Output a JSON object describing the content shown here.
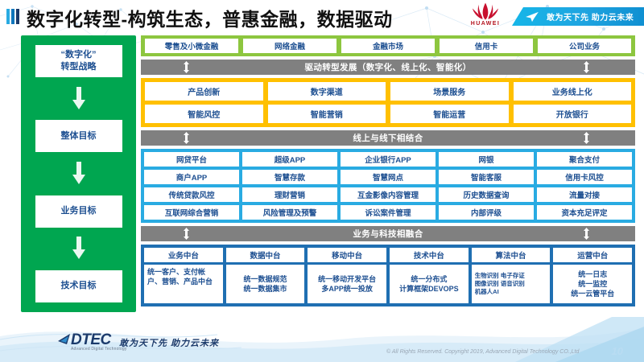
{
  "header": {
    "title": "数字化转型-构筑生态，普惠金融，数据驱动",
    "brand_name": "HUAWEI",
    "banner_text": "敢为天下先 助力云未来"
  },
  "sidebar": {
    "items": [
      {
        "label": "“数字化”\n转型战略"
      },
      {
        "label": "整体目标"
      },
      {
        "label": "业务目标"
      },
      {
        "label": "技术目标"
      }
    ]
  },
  "top_row": {
    "cells": [
      "零售及小微金融",
      "网络金融",
      "金融市场",
      "信用卡",
      "公司业务"
    ]
  },
  "bands": {
    "band1": "驱动转型发展（数字化、线上化、智能化）",
    "band2": "线上与线下相结合",
    "band3": "业务与科技相融合"
  },
  "orange_section": {
    "rows": [
      [
        "产品创新",
        "数字渠道",
        "场景服务",
        "业务线上化"
      ],
      [
        "智能风控",
        "智能营销",
        "智能运营",
        "开放银行"
      ]
    ]
  },
  "blue_section": {
    "rows": [
      [
        "网贷平台",
        "超级APP",
        "企业银行APP",
        "网银",
        "聚合支付"
      ],
      [
        "商户APP",
        "智慧存款",
        "智慧网点",
        "智能客服",
        "信用卡风控"
      ],
      [
        "传统贷款风控",
        "理财营销",
        "互金影像内容管理",
        "历史数据查询",
        "流量对接"
      ],
      [
        "互联网综合营销",
        "风险管理及预警",
        "诉讼案件管理",
        "内部评级",
        "资本充足评定"
      ]
    ]
  },
  "navy_section": {
    "columns": [
      {
        "head": "业务中台",
        "body": "统一客户、支付帐户、营销、产品中台"
      },
      {
        "head": "数据中台",
        "body": "统一数据规范\n统一数据集市"
      },
      {
        "head": "移动中台",
        "body": "统一移动开发平台\n多APP统一投放"
      },
      {
        "head": "技术中台",
        "body": "统一分布式\n计算框架DEVOPS"
      },
      {
        "head": "算法中台",
        "body": "生物识别  电子存证\n图像识别  语音识别\n机器人AI"
      },
      {
        "head": "运营中台",
        "body": "统一日志\n统一监控\n统一云管平台"
      }
    ]
  },
  "footer": {
    "logo_text": "DTEC",
    "logo_sub": "Advanced Digital Technology",
    "slogan": "敢为天下先  助力云未来",
    "copyright": "© All Rights Reserved. Copyright 2019, Advanced Digital Technology CO.,Ltd",
    "page_number": "10"
  },
  "colors": {
    "sidebar_green": "#00A650",
    "top_green": "#8DC63F",
    "band_gray": "#808080",
    "orange": "#FFC000",
    "blue": "#29ABE2",
    "navy": "#1F6FB2",
    "text_blue": "#1d4f91",
    "huawei_red": "#b3121d"
  }
}
